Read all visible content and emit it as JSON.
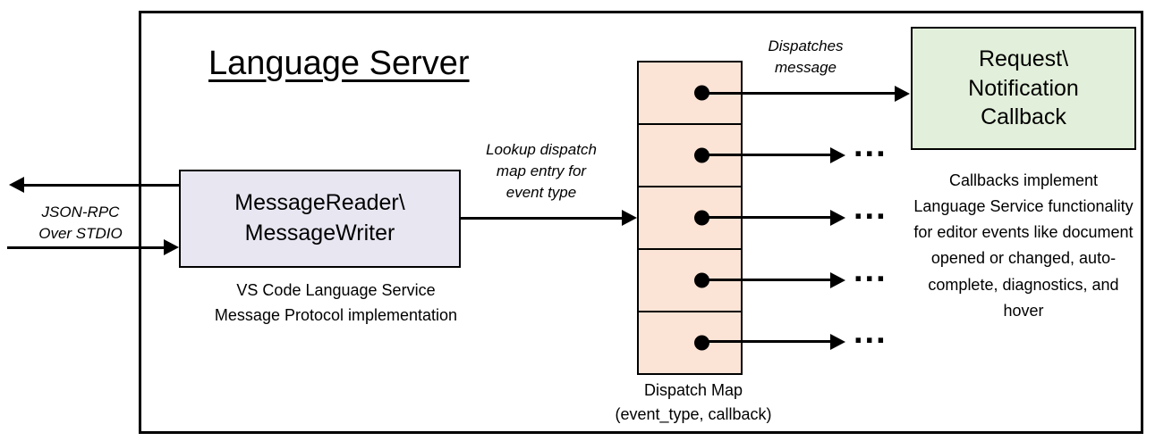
{
  "diagram": {
    "title": "Language Server",
    "io_label": {
      "lines": [
        "JSON-RPC",
        "Over STDIO"
      ]
    },
    "reader": {
      "lines": [
        "MessageReader\\",
        "MessageWriter"
      ],
      "caption_lines": [
        "VS Code Language Service",
        "Message Protocol implementation"
      ]
    },
    "lookup_label": {
      "lines": [
        "Lookup dispatch",
        "map entry for",
        "event type"
      ]
    },
    "dispatches_label": {
      "lines": [
        "Dispatches",
        "message"
      ]
    },
    "callback": {
      "lines": [
        "Request\\",
        "Notification",
        "Callback"
      ]
    },
    "ellipsis": "...",
    "map_caption": {
      "lines": [
        "Dispatch Map",
        "(event_type, callback)"
      ]
    },
    "callbacks_note": "Callbacks implement Language Service functionality for editor events like document opened or changed, auto-complete, diagnostics, and hover"
  },
  "colors": {
    "reader_fill": "#e7e6f1",
    "map_fill": "#fbe3d5",
    "callback_fill": "#e2efda",
    "stroke": "#000000"
  }
}
